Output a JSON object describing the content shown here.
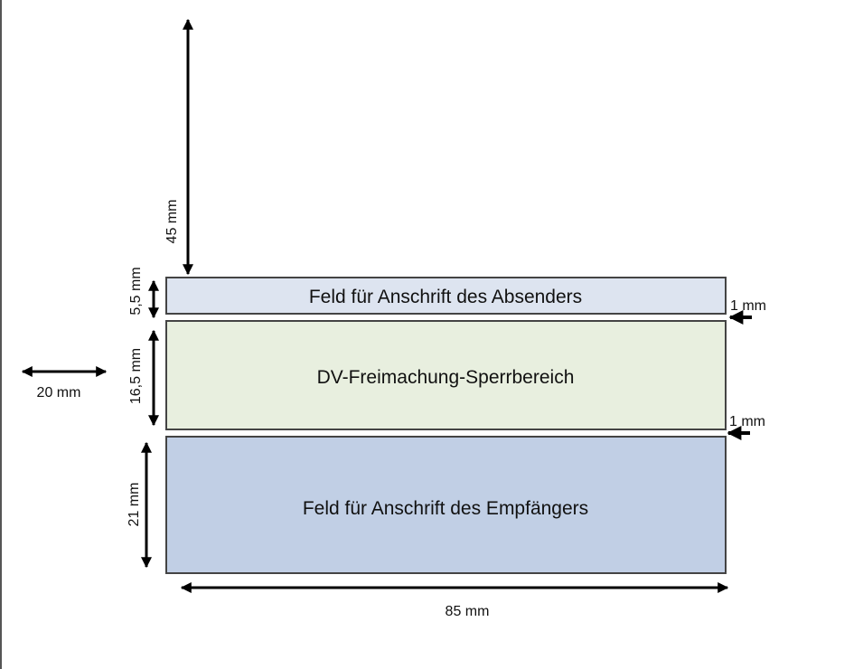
{
  "fields": [
    {
      "label": "Feld für Anschrift des Absenders",
      "color": "#dde4f0"
    },
    {
      "label": "DV-Freimachung-Sperrbereich",
      "color": "#e8efdf"
    },
    {
      "label": "Feld für Anschrift des Empfängers",
      "color": "#c1cfe5"
    }
  ],
  "dimensions": {
    "top_offset": "45 mm",
    "sender_height": "5,5 mm",
    "franking_height": "16,5 mm",
    "recipient_height": "21 mm",
    "left_offset": "20 mm",
    "width": "85 mm",
    "gap_1": "1 mm",
    "gap_2": "1 mm"
  }
}
